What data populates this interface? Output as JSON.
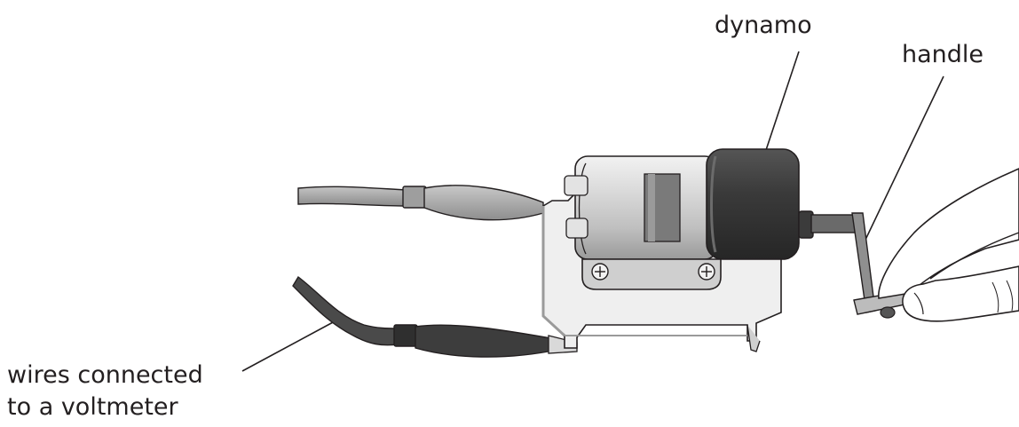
{
  "labels": {
    "dynamo": "dynamo",
    "handle": "handle",
    "wires_line1": "wires connected",
    "wires_line2": "to a voltmeter"
  },
  "colors": {
    "ink": "#231f20",
    "dark_part": "#3a3a3a",
    "wire_light": "#a6a6a6",
    "wire_dark": "#4a4a4a",
    "metal_light": "#e0e0e0",
    "metal_mid": "#bdbdbd",
    "background": "#ffffff"
  }
}
